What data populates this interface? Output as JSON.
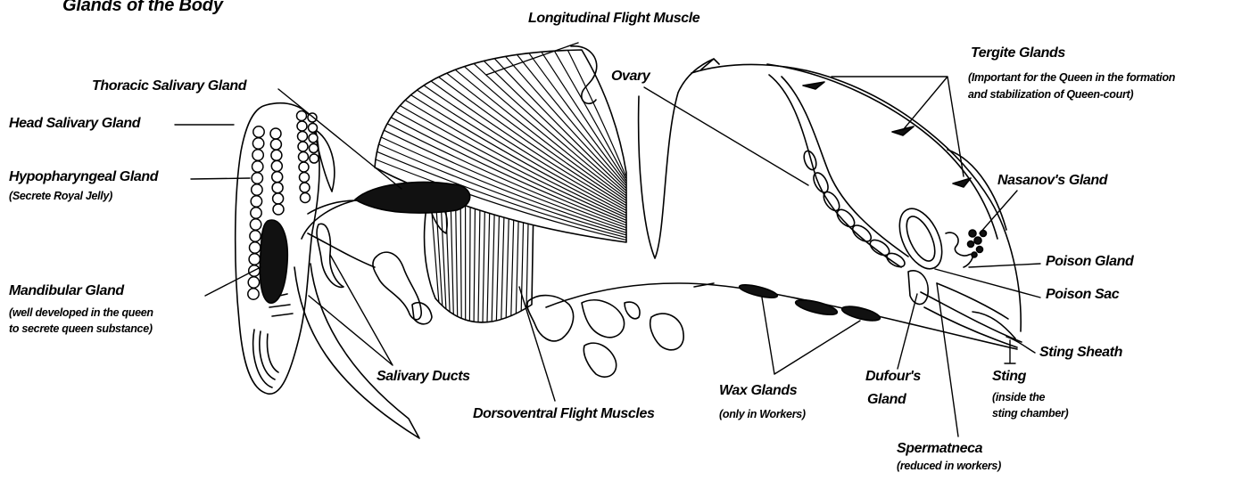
{
  "title": "Glands of the Body",
  "labels": {
    "longitudinal_flight_muscle": "Longitudinal Flight Muscle",
    "thoracic_salivary_gland": "Thoracic Salivary Gland",
    "ovary": "Ovary",
    "tergite_glands": {
      "name": "Tergite Glands",
      "note": [
        "(Important for the Queen in the formation",
        "and stabilization of Queen-court)"
      ]
    },
    "head_salivary_gland": "Head Salivary Gland",
    "hypopharyngeal_gland": {
      "name": "Hypopharyngeal Gland",
      "note": "(Secrete Royal Jelly)"
    },
    "nasanovs_gland": "Nasanov's Gland",
    "poison_gland": "Poison Gland",
    "mandibular_gland": {
      "name": "Mandibular Gland",
      "note": [
        "(well developed in the queen",
        "to secrete queen substance)"
      ]
    },
    "poison_sac": "Poison Sac",
    "sting_sheath": "Sting Sheath",
    "salivary_ducts": "Salivary Ducts",
    "sting": {
      "name": "Sting",
      "note": [
        "(inside the",
        "sting chamber)"
      ]
    },
    "dufours_gland": {
      "lines": [
        "Dufour's",
        "Gland"
      ]
    },
    "wax_glands": {
      "name": "Wax Glands",
      "note": "(only in Workers)"
    },
    "dorsoventral_flight_muscles": "Dorsoventral Flight Muscles",
    "spermatheca": {
      "name": "Spermatneca",
      "note": "(reduced in workers)"
    }
  },
  "colors": {
    "ink": "#000000",
    "background": "#ffffff",
    "gland_fill": "#111111"
  }
}
